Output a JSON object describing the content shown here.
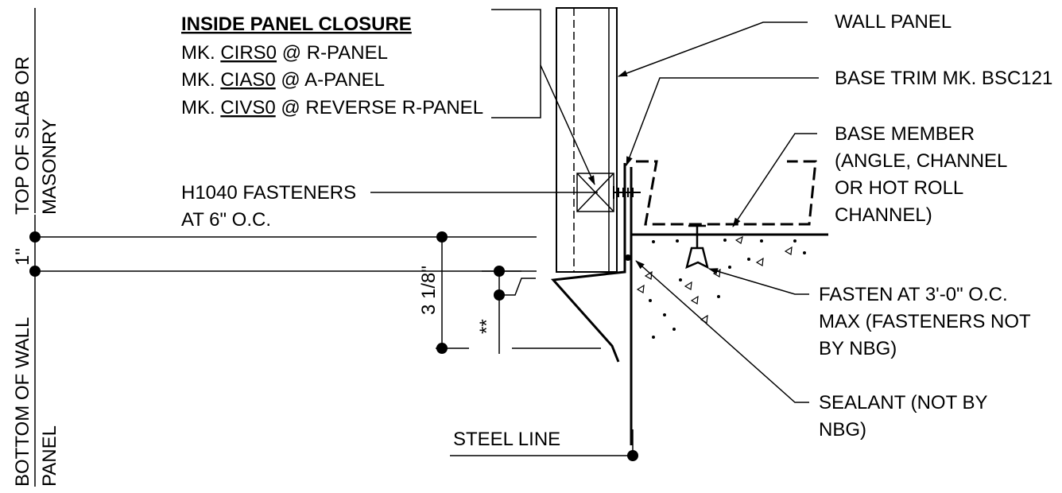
{
  "labels": {
    "closure_title": "INSIDE PANEL CLOSURE",
    "mk_prefix": "MK.",
    "closure_items": [
      {
        "code": "CIRS0",
        "suffix": "@ R-PANEL"
      },
      {
        "code": "CIAS0",
        "suffix": "@ A-PANEL"
      },
      {
        "code": "CIVS0",
        "suffix": "@ REVERSE R-PANEL"
      }
    ],
    "wall_panel": "WALL PANEL",
    "base_trim": "BASE TRIM MK. BSC121",
    "base_member": [
      "BASE MEMBER",
      "(ANGLE, CHANNEL",
      "OR HOT ROLL",
      "CHANNEL)"
    ],
    "fasteners": [
      "H1040  FASTENERS",
      "AT  6\"  O.C."
    ],
    "fasten_note": [
      "FASTEN AT 3'-0\" O.C.",
      "MAX (FASTENERS NOT",
      "BY NBG)"
    ],
    "sealant": [
      "SEALANT (NOT BY",
      "NBG)"
    ],
    "steel_line": "STEEL LINE",
    "top_of_slab": [
      "TOP OF SLAB OR",
      "MASONRY"
    ],
    "bottom_of_wall": [
      "BOTTOM OF WALL",
      "PANEL"
    ],
    "dim_1in": "1\"",
    "dim_3_1_8": "3 1/8\"",
    "dim_star": "**"
  },
  "colors": {
    "ink": "#000000",
    "paper": "#ffffff"
  }
}
